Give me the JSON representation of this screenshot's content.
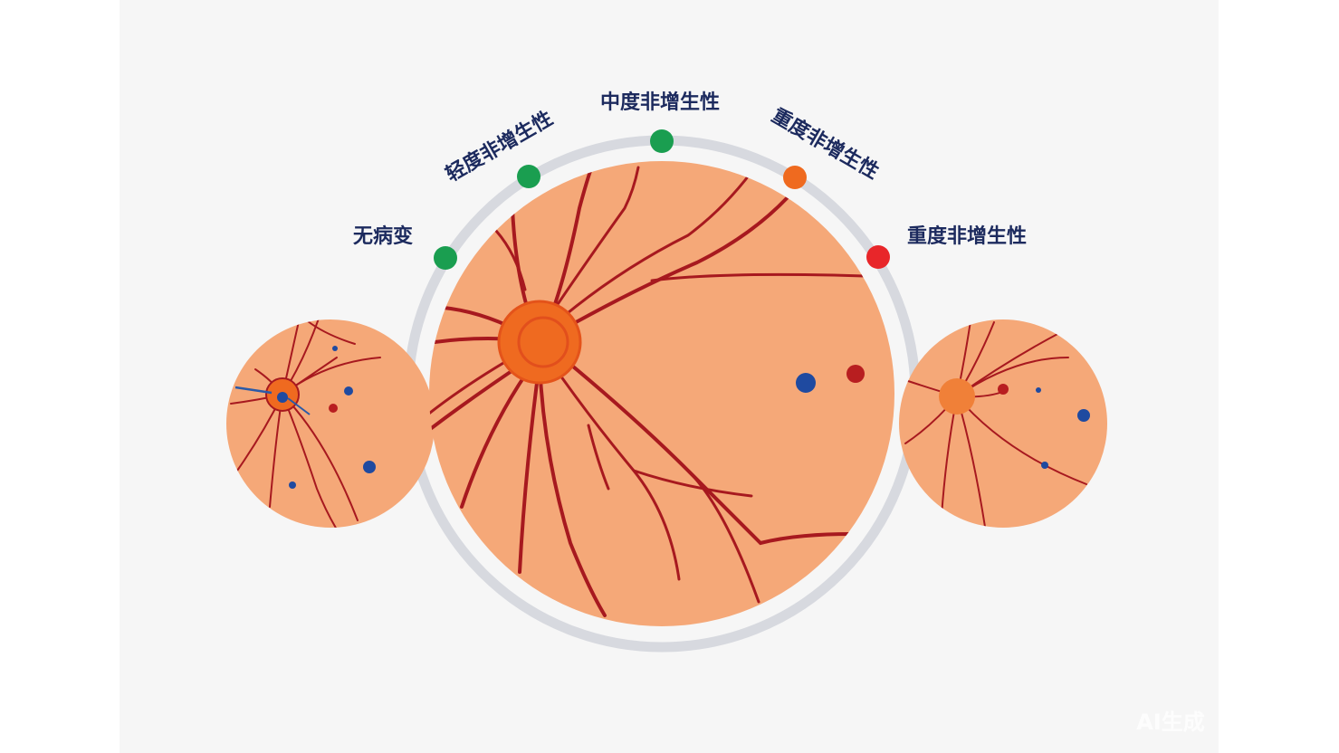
{
  "stages": [
    {
      "label": "无病变",
      "color": "#1a9e50"
    },
    {
      "label": "轻度非增生性",
      "color": "#1a9e50"
    },
    {
      "label": "中度非增生性",
      "color": "#1a9e50"
    },
    {
      "label": "重度非增生性",
      "color": "#ef6a1f"
    },
    {
      "label": "重度非增生性",
      "color": "#e8262a"
    }
  ],
  "colors": {
    "retina": "#f5a878",
    "vessel": "#a7191f",
    "optic_disc": "#ef6a20",
    "lesion_blue": "#1f4aa0",
    "lesion_red": "#b81e20",
    "ring": "#d7d9df"
  },
  "watermark": "AI生成"
}
